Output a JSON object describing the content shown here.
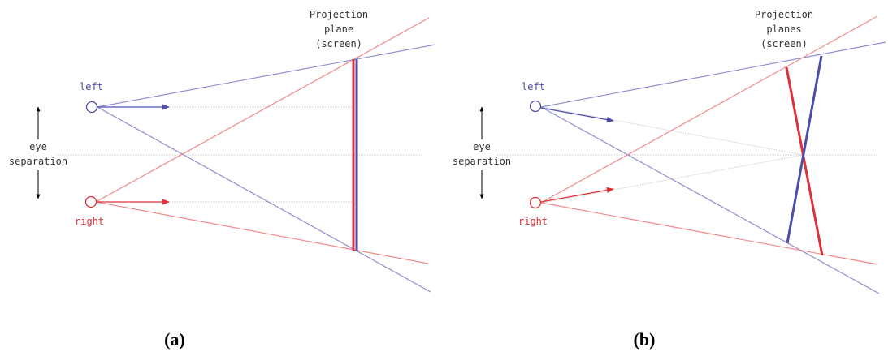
{
  "panel_a": {
    "title_line1": "Projection",
    "title_line2": "plane",
    "title_line3": "(screen)",
    "left_label": "left",
    "right_label": "right",
    "eye_line1": "eye",
    "eye_line2": "separation",
    "caption": "(a)"
  },
  "panel_b": {
    "title_line1": "Projection",
    "title_line2": "planes",
    "title_line3": "(screen)",
    "left_label": "left",
    "right_label": "right",
    "eye_line1": "eye",
    "eye_line2": "separation",
    "caption": "(b)"
  },
  "colors": {
    "left": "#4d4dab",
    "left_light": "#8f8fd0",
    "right": "#e0303a",
    "right_light": "#f08a8a",
    "guide": "#c8c8c8"
  }
}
